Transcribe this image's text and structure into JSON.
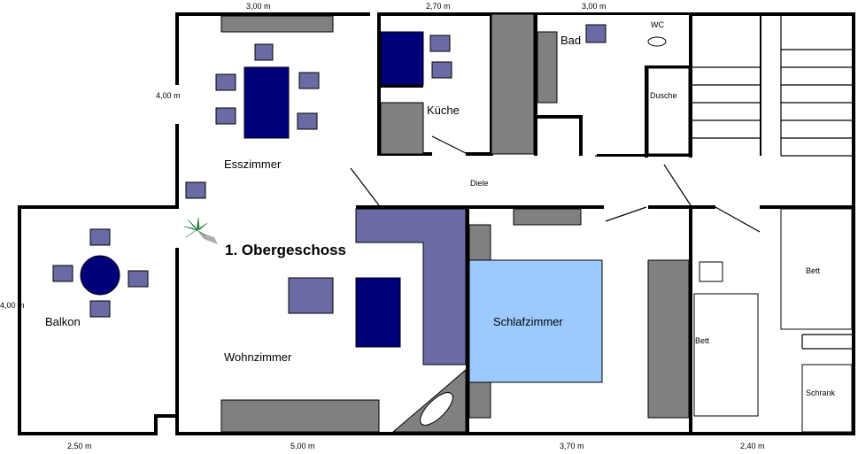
{
  "title": "1. Obergeschoss",
  "rooms": {
    "esszimmer": "Esszimmer",
    "kueche": "Küche",
    "bad": "Bad",
    "wc": "WC",
    "dusche": "Dusche",
    "diele": "Diele",
    "balkon": "Balkon",
    "wohnzimmer": "Wohnzimmer",
    "schlafzimmer": "Schlafzimmer",
    "bett1": "Bett",
    "bett2": "Bett",
    "schrank": "Schrank"
  },
  "dimensions": {
    "top_1": "3,00 m",
    "top_2": "2,70 m",
    "top_3": "3,00 m",
    "left_upper": "4,00 m",
    "left_lower": "4,00 m",
    "bottom_1": "2,50 m",
    "bottom_2": "5,00 m",
    "bottom_3": "3,70 m",
    "bottom_4": "2,40 m"
  },
  "colors": {
    "wall": "#000000",
    "furniture_gray": "#808080",
    "furniture_purple": "#6a6aa4",
    "furniture_navy": "#00007a",
    "bed_light_blue": "#9ccaff"
  },
  "icons": [
    "plant-icon",
    "toilet-icon",
    "bathtub-icon"
  ]
}
